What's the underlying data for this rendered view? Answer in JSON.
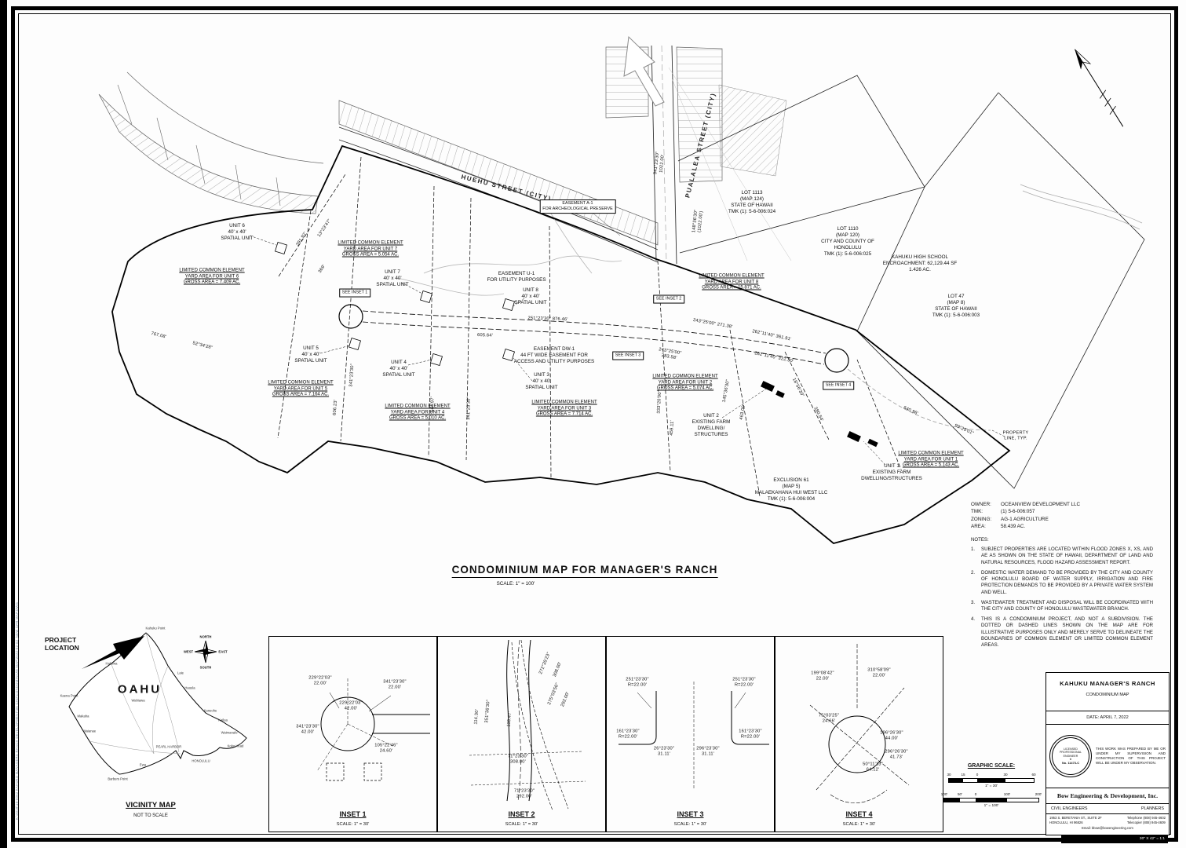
{
  "sheet": {
    "edge_stamp": "K:\\2019\\19-0062 KAHUKU MANAGERS RANCH DEVELOPMENT\\06 CAD\\CONDOMINIUM MAP\\2022-02-02_NEW CPR MAP.DWG"
  },
  "map": {
    "streets": {
      "huehu": "HUEHU STREET (CITY)",
      "pualalea": "PUALALEA STREET (CITY)"
    },
    "lots": {
      "lot1113": "LOT 1113\n(MAP 124)\nSTATE OF HAWAII\nTMK (1): 5-6-006:024",
      "lot1110": "LOT 1110\n(MAP 120)\nCITY AND COUNTY OF\nHONOLULU\nTMK (1): 5-6-006:025",
      "school": "KAHUKU HIGH SCHOOL\nENCROACHMENT: 62,129.44 SF\n1.426 AC.",
      "lot47": "LOT 47\n(MAP 8)\nSTATE OF HAWAII\nTMK (1): 5-6-006:003",
      "exclusion": "EXCLUSION 61\n(MAP 5)\nMALAEKAHANA HUI WEST LLC\nTMK (1): 5-6-006:004"
    },
    "units": {
      "u1": "UNIT 1\nEXISTING FARM\nDWELLING/STRUCTURES",
      "u2": "UNIT 2\nEXISTING FARM\nDWELLING/\nSTRUCTURES",
      "u3": "UNIT 3\n40' x 40'\nSPATIAL UNIT",
      "u4": "UNIT 4\n40' x 40'\nSPATIAL UNIT",
      "u5": "UNIT 5\n40' x 40'\nSPATIAL UNIT",
      "u6": "UNIT 6\n40' x 40'\nSPATIAL UNIT",
      "u7": "UNIT 7\n40' x 40'\nSPATIAL UNIT",
      "u8": "UNIT 8\n40' x 40'\nSPATIAL UNIT"
    },
    "lce": {
      "u1": "LIMITED COMMON ELEMENT\nYARD AREA FOR UNIT 1\nGROSS AREA = 5.143 AC.",
      "u2": "LIMITED COMMON ELEMENT\nYARD AREA FOR UNIT 2\nGROSS AREA = 5.074 AC.",
      "u3": "LIMITED COMMON ELEMENT\nYARD AREA FOR UNIT 3\nGROSS AREA = 7.714 AC.",
      "u4": "LIMITED COMMON ELEMENT\nYARD AREA FOR UNIT 4\nGROSS AREA = 5.010 AC.",
      "u5": "LIMITED COMMON ELEMENT\nYARD AREA FOR UNIT 5\nGROSS AREA = 7.164 AC.",
      "u6": "LIMITED COMMON ELEMENT\nYARD AREA FOR UNIT 6\nGROSS AREA = 7.409 AC.",
      "u7": "LIMITED COMMON ELEMENT\nYARD AREA FOR UNIT 7\nGROSS AREA = 5.054 AC.",
      "u8": "LIMITED COMMON ELEMENT\nYARD AREA FOR UNIT 8\nGROSS AREA = 15.871 AC."
    },
    "easements": {
      "a1": "EASEMENT A-1\nFOR ARCHEOLOGICAL PRESERVE",
      "u1": "EASEMENT U-1\nFOR UTILITY PURPOSES",
      "dw1": "EASEMENT DW-1\n44 FT WIDE EASEMENT FOR\nACCESS AND UTILITY PURPOSES"
    },
    "inset_refs": {
      "i1": "SEE INSET 1",
      "i2": "SEE INSET 2",
      "i3": "SEE INSET 3",
      "i4": "SEE INSET 4"
    },
    "bearings": {
      "b1": "767.08'",
      "b2": "52°34'28\"",
      "b3": "391.97'",
      "b4": "13°23'47\"",
      "b5": "369'",
      "b6": "341°23'30\"",
      "b7": "606.23'",
      "b8": "544.97'",
      "b9": "341°23'30\"",
      "b10": "251°23'30\"  876.46'",
      "b11": "605.64'",
      "b12": "243°25'00\"  271.38'",
      "b13": "243°25'00\"\n283.58'",
      "b14": "262°11'40\"  361.91'",
      "b15": "262°11'40\"  322.30'",
      "b16": "333°20'00\"",
      "b17": "459.11'",
      "b18": "463.00'",
      "b19": "145°36'30\"",
      "b20": "380.54'",
      "b21": "18°56'30\"",
      "b22": "640.96'",
      "b23": "99°25'01\"",
      "b24": "341°23'30\"\n1022.00'",
      "b25": "148°36'30\"\n(1022.00')"
    },
    "misc": {
      "property_line": "PROPERTY\nLINE, TYP."
    }
  },
  "title": {
    "main": "CONDOMINIUM MAP FOR MANAGER'S RANCH",
    "scale": "SCALE:  1\" = 100'"
  },
  "owner_block": {
    "rows": [
      {
        "label": "OWNER:",
        "value": "OCEANVIEW DEVELOPMENT LLC"
      },
      {
        "label": "TMK:",
        "value": "(1) 5-6-006:057"
      },
      {
        "label": "ZONING:",
        "value": "AG-1 AGRICULTURE"
      },
      {
        "label": "AREA:",
        "value": "58.439 AC."
      }
    ]
  },
  "notes": {
    "heading": "NOTES:",
    "items": [
      {
        "num": "1.",
        "text": "SUBJECT PROPERTIES ARE LOCATED WITHIN FLOOD ZONES X, XS, AND AE AS SHOWN ON THE STATE OF HAWAII, DEPARTMENT OF LAND AND NATURAL RESOURCES, FLOOD HAZARD ASSESSMENT REPORT."
      },
      {
        "num": "2.",
        "text": "DOMESTIC WATER DEMAND TO BE PROVIDED BY THE CITY AND COUNTY OF HONOLULU BOARD OF WATER SUPPLY, IRRIGATION AND FIRE PROTECTION DEMANDS TO BE PROVIDED BY A PRIVATE WATER SYSTEM AND WELL."
      },
      {
        "num": "3.",
        "text": "WASTEWATER TREATMENT AND DISPOSAL WILL BE COORDINATED WITH THE CITY AND COUNTY OF HONOLULU WASTEWATER BRANCH."
      },
      {
        "num": "4.",
        "text": "THIS IS A CONDOMINIUM PROJECT, AND NOT A SUBDIVISION.  THE DOTTED OR DASHED LINES SHOWN ON THE MAP ARE FOR ILLUSTRATIVE PURPOSES ONLY AND MERELY SERVE TO DELINEATE THE BOUNDARIES OF COMMON ELEMENT OR LIMITED COMMON ELEMENT AREAS."
      }
    ]
  },
  "vicinity": {
    "project_location": "PROJECT\nLOCATION",
    "island": "OAHU",
    "title": "VICINITY MAP",
    "subtitle": "NOT TO SCALE",
    "compass": {
      "n": "NORTH",
      "e": "EAST",
      "s": "SOUTH",
      "w": "WEST"
    },
    "places": {
      "kahuku_point": "Kahuku Point",
      "laie": "Laie",
      "hauula": "Hauula",
      "kaneohe": "Kaneohe",
      "kailua": "Kailua",
      "waimanalo": "Waimanalo",
      "koko_head": "Koko Head",
      "honolulu": "HONOLULU",
      "pearl_harbor": "PEARL HARBOR",
      "ewa": "Ewa",
      "barbers_point": "Barbers Point",
      "waianae": "Waianae",
      "makaha": "Makaha",
      "kaena_point": "Kaena Point",
      "haleiwa": "Haleiwa",
      "wahiawa": "Wahiawa"
    }
  },
  "insets": {
    "i1": {
      "title": "INSET 1",
      "scale": "SCALE:  1\" = 30'",
      "labels": {
        "a": "229°22'03\"\n22.00'",
        "b": "341°23'30\"\n22.00'",
        "c": "229°22'03\"\n42.00'",
        "d": "341°23'30\"\n42.00'",
        "e": "105°22'46\"\n24.60'"
      }
    },
    "i2": {
      "title": "INSET 2",
      "scale": "SCALE:  1\" = 30'",
      "labels": {
        "a": "272°35'23\"",
        "b": "308.00'",
        "c": "275°03'50\"",
        "d": "292.00'",
        "e": "351°36'30\"",
        "f": "114.30'",
        "g": "118.47'",
        "h": "71°23'30\"\n308.00'",
        "i": "71°23'30\"\n292.00'"
      }
    },
    "i3": {
      "title": "INSET 3",
      "scale": "SCALE:  1\" = 30'",
      "labels": {
        "a": "251°23'30\"\nR=22.00'",
        "b": "251°23'30\"\nR=22.00'",
        "c": "161°23'30\"\nR=22.00'",
        "d": "161°23'30\"\nR=22.00'",
        "e": "26°23'30\"\n31.11'",
        "f": "296°23'30\"\n31.11'"
      }
    },
    "i4": {
      "title": "INSET 4",
      "scale": "SCALE:  1\" = 30'",
      "labels": {
        "a": "199°08'42\"\n22.00'",
        "b": "310°58'09\"\n22.00'",
        "c": "75°03'25\"\n24.66'",
        "d": "196°26'30\"\n44.00'",
        "e": "296°26'30\"\n41.73'",
        "f": "50°11'13\"\n64.12'"
      }
    }
  },
  "graphic_scale": {
    "heading": "GRAPHIC SCALE:",
    "bar1": {
      "ticks": [
        "30",
        "15",
        "0",
        "30",
        "60"
      ],
      "caption": "1\" = 30'"
    },
    "bar2": {
      "ticks": [
        "100'",
        "50'",
        "0",
        "100'",
        "200'"
      ],
      "caption": "1\" = 100'"
    }
  },
  "title_block": {
    "project": "KAHUKU MANAGER'S RANCH",
    "sheet": "CONDOMINIUM MAP",
    "date": "DATE:  APRIL 7, 2022",
    "stamp": {
      "l1": "LICENSED",
      "l2": "PROFESSIONAL",
      "l3": "ENGINEER",
      "star": "★",
      "no": "No. 11473-C"
    },
    "certification": "THIS WORK WAS PREPARED BY ME OR UNDER MY SUPERVISION AND CONSTRUCTION OF THIS PROJECT WILL BE UNDER MY OBSERVATION.",
    "firm": "Bow Engineering & Development, Inc.",
    "left_role": "CIVIL ENGINEERS",
    "right_role": "PLANNERS",
    "addr1": "1953 S. BERETANIA ST., SUITE 2F",
    "addr2": "HONOLULU, HI 96826",
    "tel1": "Telephone (808) 945-4602",
    "tel2": "Telecopier (808) 945-4609",
    "email": "Email: bbow@bowengineering.com",
    "sheet_size": "30\" X 42\" = 1:1"
  }
}
